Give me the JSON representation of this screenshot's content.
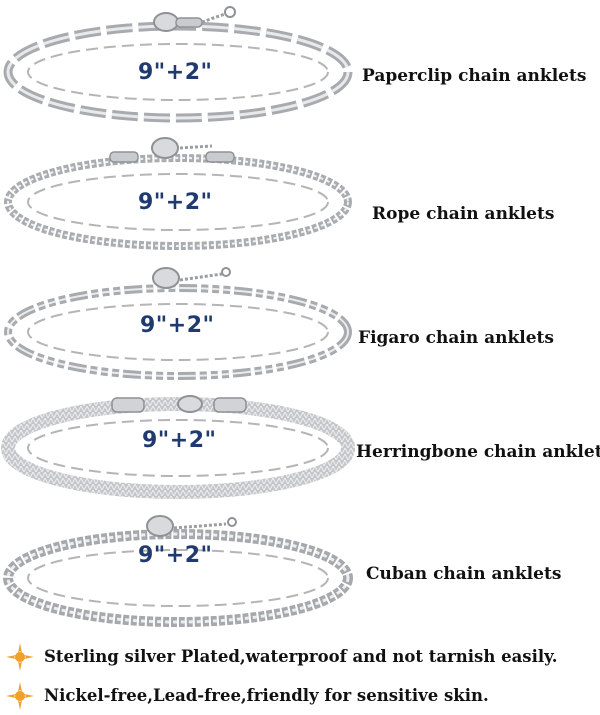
{
  "colors": {
    "size_text": "#1f3a6e",
    "silver": "#b9bcc0",
    "silver_dark": "#8e9196",
    "dashed": "#b5b5b5",
    "star": "#f0a12a"
  },
  "anklets": [
    {
      "size": "9\"+2\"",
      "name": "Paperclip chain anklets",
      "style": "paperclip"
    },
    {
      "size": "9\"+2\"",
      "name": "Rope chain anklets",
      "style": "rope"
    },
    {
      "size": "9\"+2\"",
      "name": "Figaro chain anklets",
      "style": "figaro"
    },
    {
      "size": "9\"+2\"",
      "name": "Herringbone chain anklets",
      "style": "herringbone"
    },
    {
      "size": "9\"+2\"",
      "name": "Cuban chain anklets",
      "style": "cuban"
    }
  ],
  "features": [
    {
      "icon": "sun-star-icon",
      "text": "Sterling silver Plated,waterproof and not tarnish easily."
    },
    {
      "icon": "sun-star-icon",
      "text": "Nickel-free,Lead-free,friendly for sensitive skin."
    }
  ]
}
